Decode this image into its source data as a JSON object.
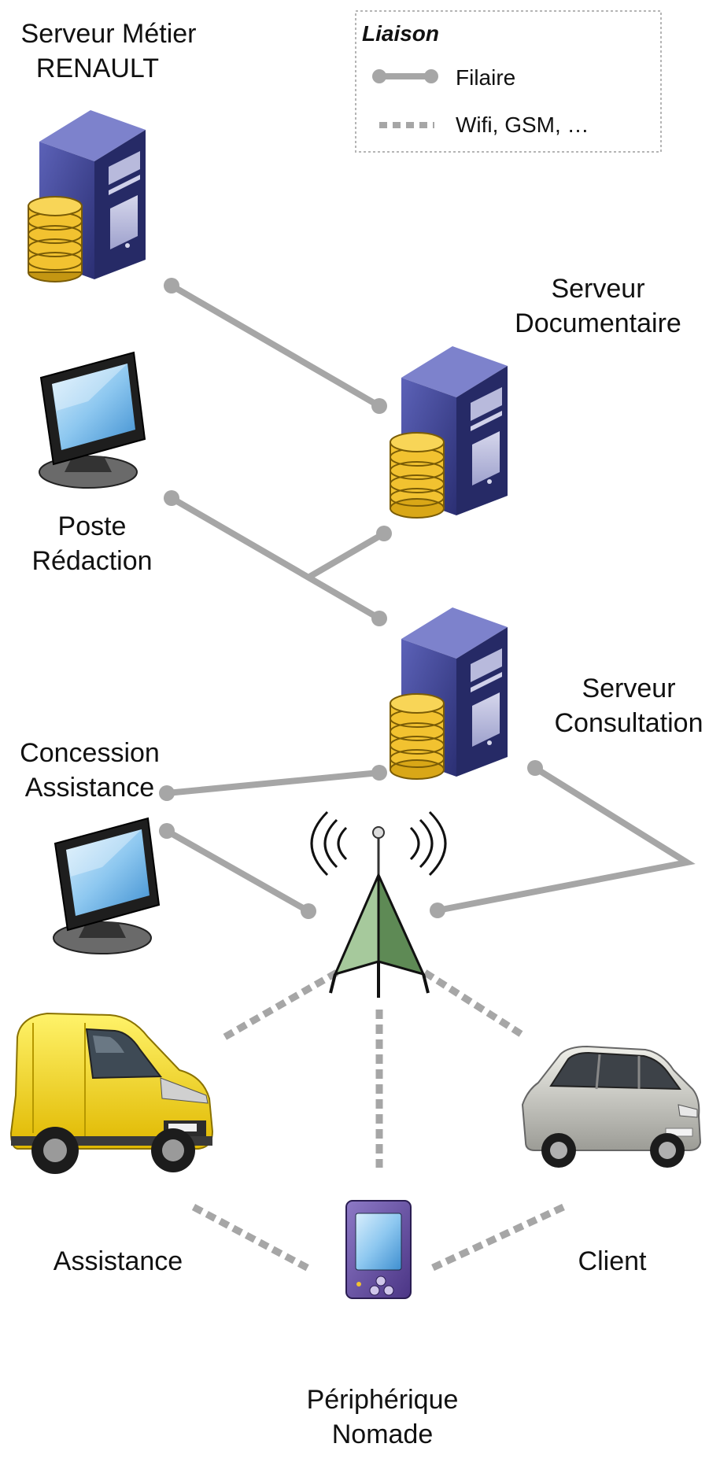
{
  "legend": {
    "title": "Liaison",
    "items": [
      {
        "label": "Filaire",
        "style": "solid"
      },
      {
        "label": "Wifi, GSM, …",
        "style": "dashed"
      }
    ]
  },
  "nodes": {
    "serveur_metier": {
      "line1": "Serveur Métier",
      "line2": "RENAULT"
    },
    "serveur_documentaire": {
      "line1": "Serveur",
      "line2": "Documentaire"
    },
    "poste_redaction": {
      "line1": "Poste",
      "line2": "Rédaction"
    },
    "serveur_consultation": {
      "line1": "Serveur",
      "line2": "Consultation"
    },
    "concession_assistance": {
      "line1": "Concession",
      "line2": "Assistance"
    },
    "assistance": {
      "line1": "Assistance"
    },
    "client": {
      "line1": "Client"
    },
    "peripherique_nomade": {
      "line1": "Périphérique",
      "line2": "Nomade"
    }
  },
  "colors": {
    "link": "#a6a6a6",
    "server_body": "#3a3f8f",
    "database": "#f2c230",
    "antenna": "#7fa873",
    "van": "#f5d515",
    "car": "#c9c9c4",
    "device": "#6b56a3"
  }
}
